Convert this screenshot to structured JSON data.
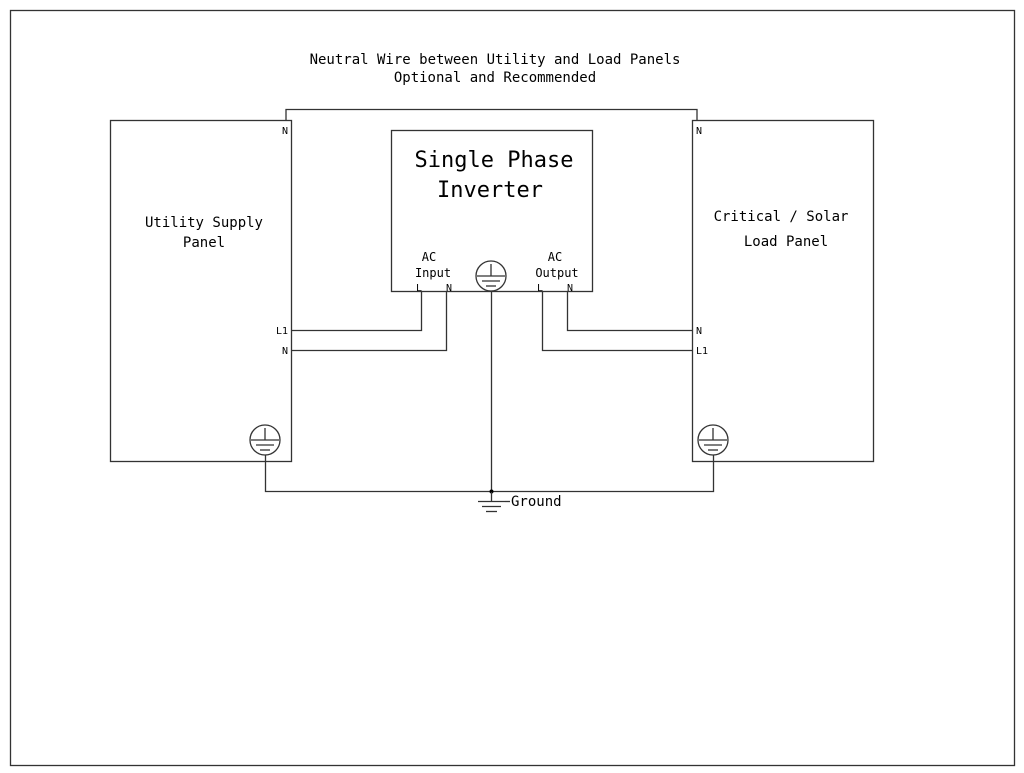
{
  "title": {
    "line1": "Neutral Wire between Utility and Load Panels",
    "line2": "Optional and Recommended"
  },
  "utility_panel": {
    "label1": "Utility Supply",
    "label2": "Panel",
    "terminal_top": "N",
    "terminal_l1": "L1",
    "terminal_n": "N"
  },
  "load_panel": {
    "label1": "Critical / Solar",
    "label2": "Load Panel",
    "terminal_top": "N",
    "terminal_n": "N",
    "terminal_l1": "L1"
  },
  "inverter": {
    "label1": "Single Phase",
    "label2": "Inverter",
    "input": {
      "label1": "AC",
      "label2": "Input",
      "l": "L",
      "n": "N"
    },
    "output": {
      "label1": "AC",
      "label2": "Output",
      "l": "L",
      "n": "N"
    }
  },
  "ground": {
    "label": "Ground"
  }
}
